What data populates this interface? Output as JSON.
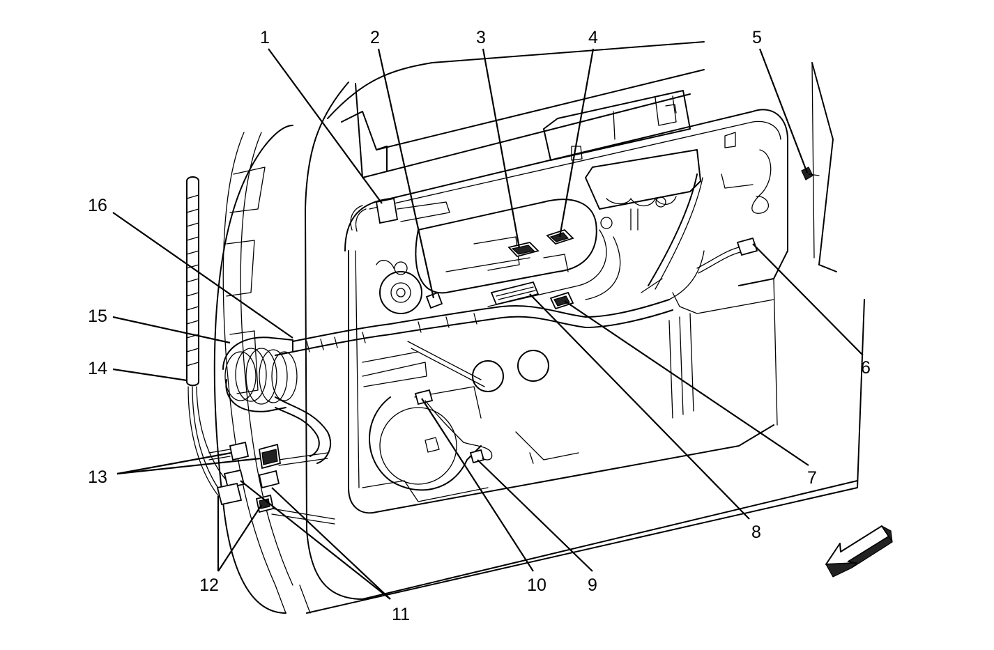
{
  "callouts": [
    {
      "id": "1",
      "label": "1"
    },
    {
      "id": "2",
      "label": "2"
    },
    {
      "id": "3",
      "label": "3"
    },
    {
      "id": "4",
      "label": "4"
    },
    {
      "id": "5",
      "label": "5"
    },
    {
      "id": "6",
      "label": "6"
    },
    {
      "id": "7",
      "label": "7"
    },
    {
      "id": "8",
      "label": "8"
    },
    {
      "id": "9",
      "label": "9"
    },
    {
      "id": "10",
      "label": "10"
    },
    {
      "id": "11",
      "label": "11"
    },
    {
      "id": "12",
      "label": "12"
    },
    {
      "id": "13",
      "label": "13"
    },
    {
      "id": "14",
      "label": "14"
    },
    {
      "id": "15",
      "label": "15"
    },
    {
      "id": "16",
      "label": "16"
    }
  ],
  "icons": {
    "direction_arrow": "forward-direction-arrow-icon"
  },
  "colors": {
    "line": "#000000",
    "background": "#ffffff"
  }
}
